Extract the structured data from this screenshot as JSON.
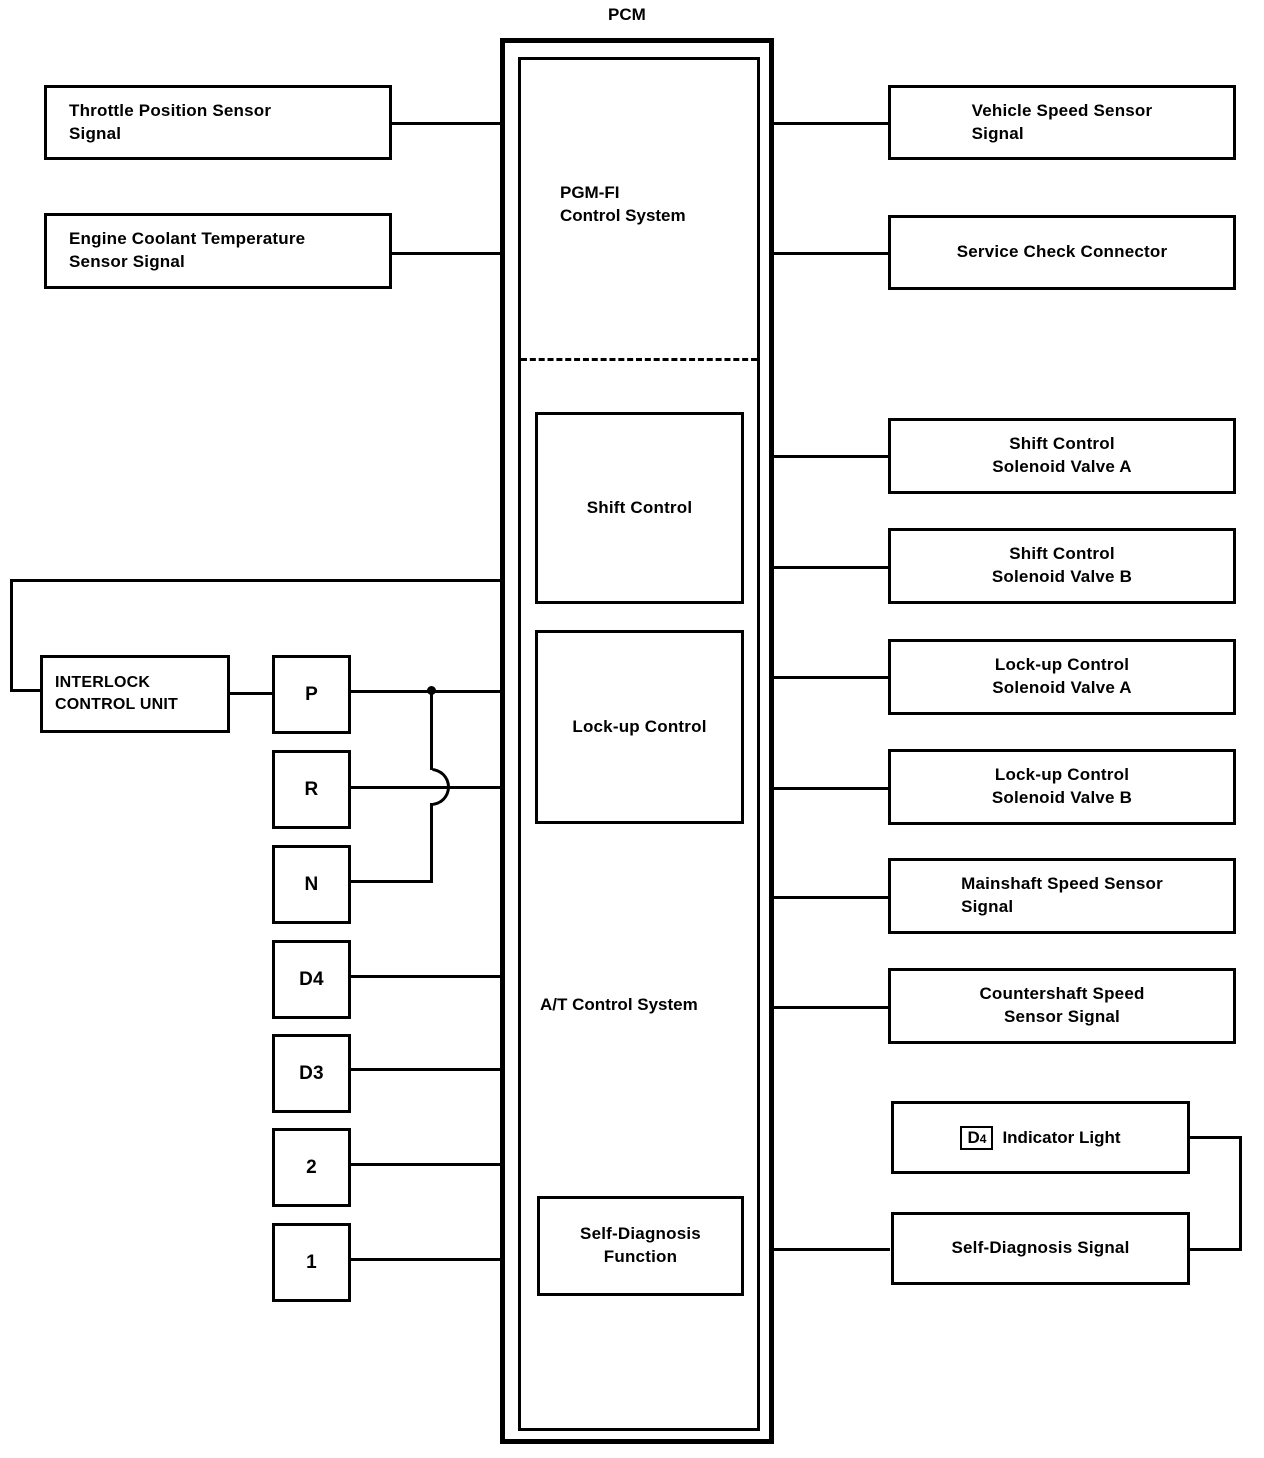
{
  "diagram": {
    "title": "PCM",
    "pcm": {
      "title": "PCM",
      "sections": [
        {
          "id": "pgm-fi",
          "label": "PGM-FI\nControl System"
        },
        {
          "id": "at",
          "label": "A/T Control System"
        }
      ],
      "blocks": [
        {
          "id": "shift-control",
          "label": "Shift Control"
        },
        {
          "id": "lockup-control",
          "label": "Lock-up Control"
        },
        {
          "id": "self-diagnosis-function",
          "label": "Self-Diagnosis\nFunction"
        }
      ]
    },
    "inputs_left": [
      {
        "id": "throttle-position-sensor-signal",
        "label": "Throttle Position Sensor\nSignal"
      },
      {
        "id": "engine-coolant-temperature-sensor-signal",
        "label": "Engine Coolant Temperature\nSensor Signal"
      }
    ],
    "interlock": {
      "id": "interlock-control-unit",
      "label": "INTERLOCK\nCONTROL UNIT"
    },
    "gear_positions": [
      {
        "id": "gear-p",
        "label": "P"
      },
      {
        "id": "gear-r",
        "label": "R"
      },
      {
        "id": "gear-n",
        "label": "N"
      },
      {
        "id": "gear-d4",
        "label": "D4"
      },
      {
        "id": "gear-d3",
        "label": "D3"
      },
      {
        "id": "gear-2",
        "label": "2"
      },
      {
        "id": "gear-1",
        "label": "1"
      }
    ],
    "outputs_right": [
      {
        "id": "vehicle-speed-sensor-signal",
        "label": "Vehicle Speed Sensor\nSignal"
      },
      {
        "id": "service-check-connector",
        "label": "Service Check Connector"
      },
      {
        "id": "shift-control-solenoid-valve-a",
        "label": "Shift Control\nSolenoid Valve A"
      },
      {
        "id": "shift-control-solenoid-valve-b",
        "label": "Shift Control\nSolenoid Valve B"
      },
      {
        "id": "lockup-control-solenoid-valve-a",
        "label": "Lock-up Control\nSolenoid Valve A"
      },
      {
        "id": "lockup-control-solenoid-valve-b",
        "label": "Lock-up Control\nSolenoid Valve B"
      },
      {
        "id": "mainshaft-speed-sensor-signal",
        "label": "Mainshaft Speed Sensor\nSignal"
      },
      {
        "id": "countershaft-speed-sensor-signal",
        "label": "Countershaft Speed\nSensor Signal"
      },
      {
        "id": "d4-indicator-light",
        "label": "Indicator Light",
        "badge": "D",
        "badge_sub": "4"
      },
      {
        "id": "self-diagnosis-signal",
        "label": "Self-Diagnosis Signal"
      }
    ],
    "colors": {
      "line": "#000000",
      "background": "#ffffff"
    }
  }
}
